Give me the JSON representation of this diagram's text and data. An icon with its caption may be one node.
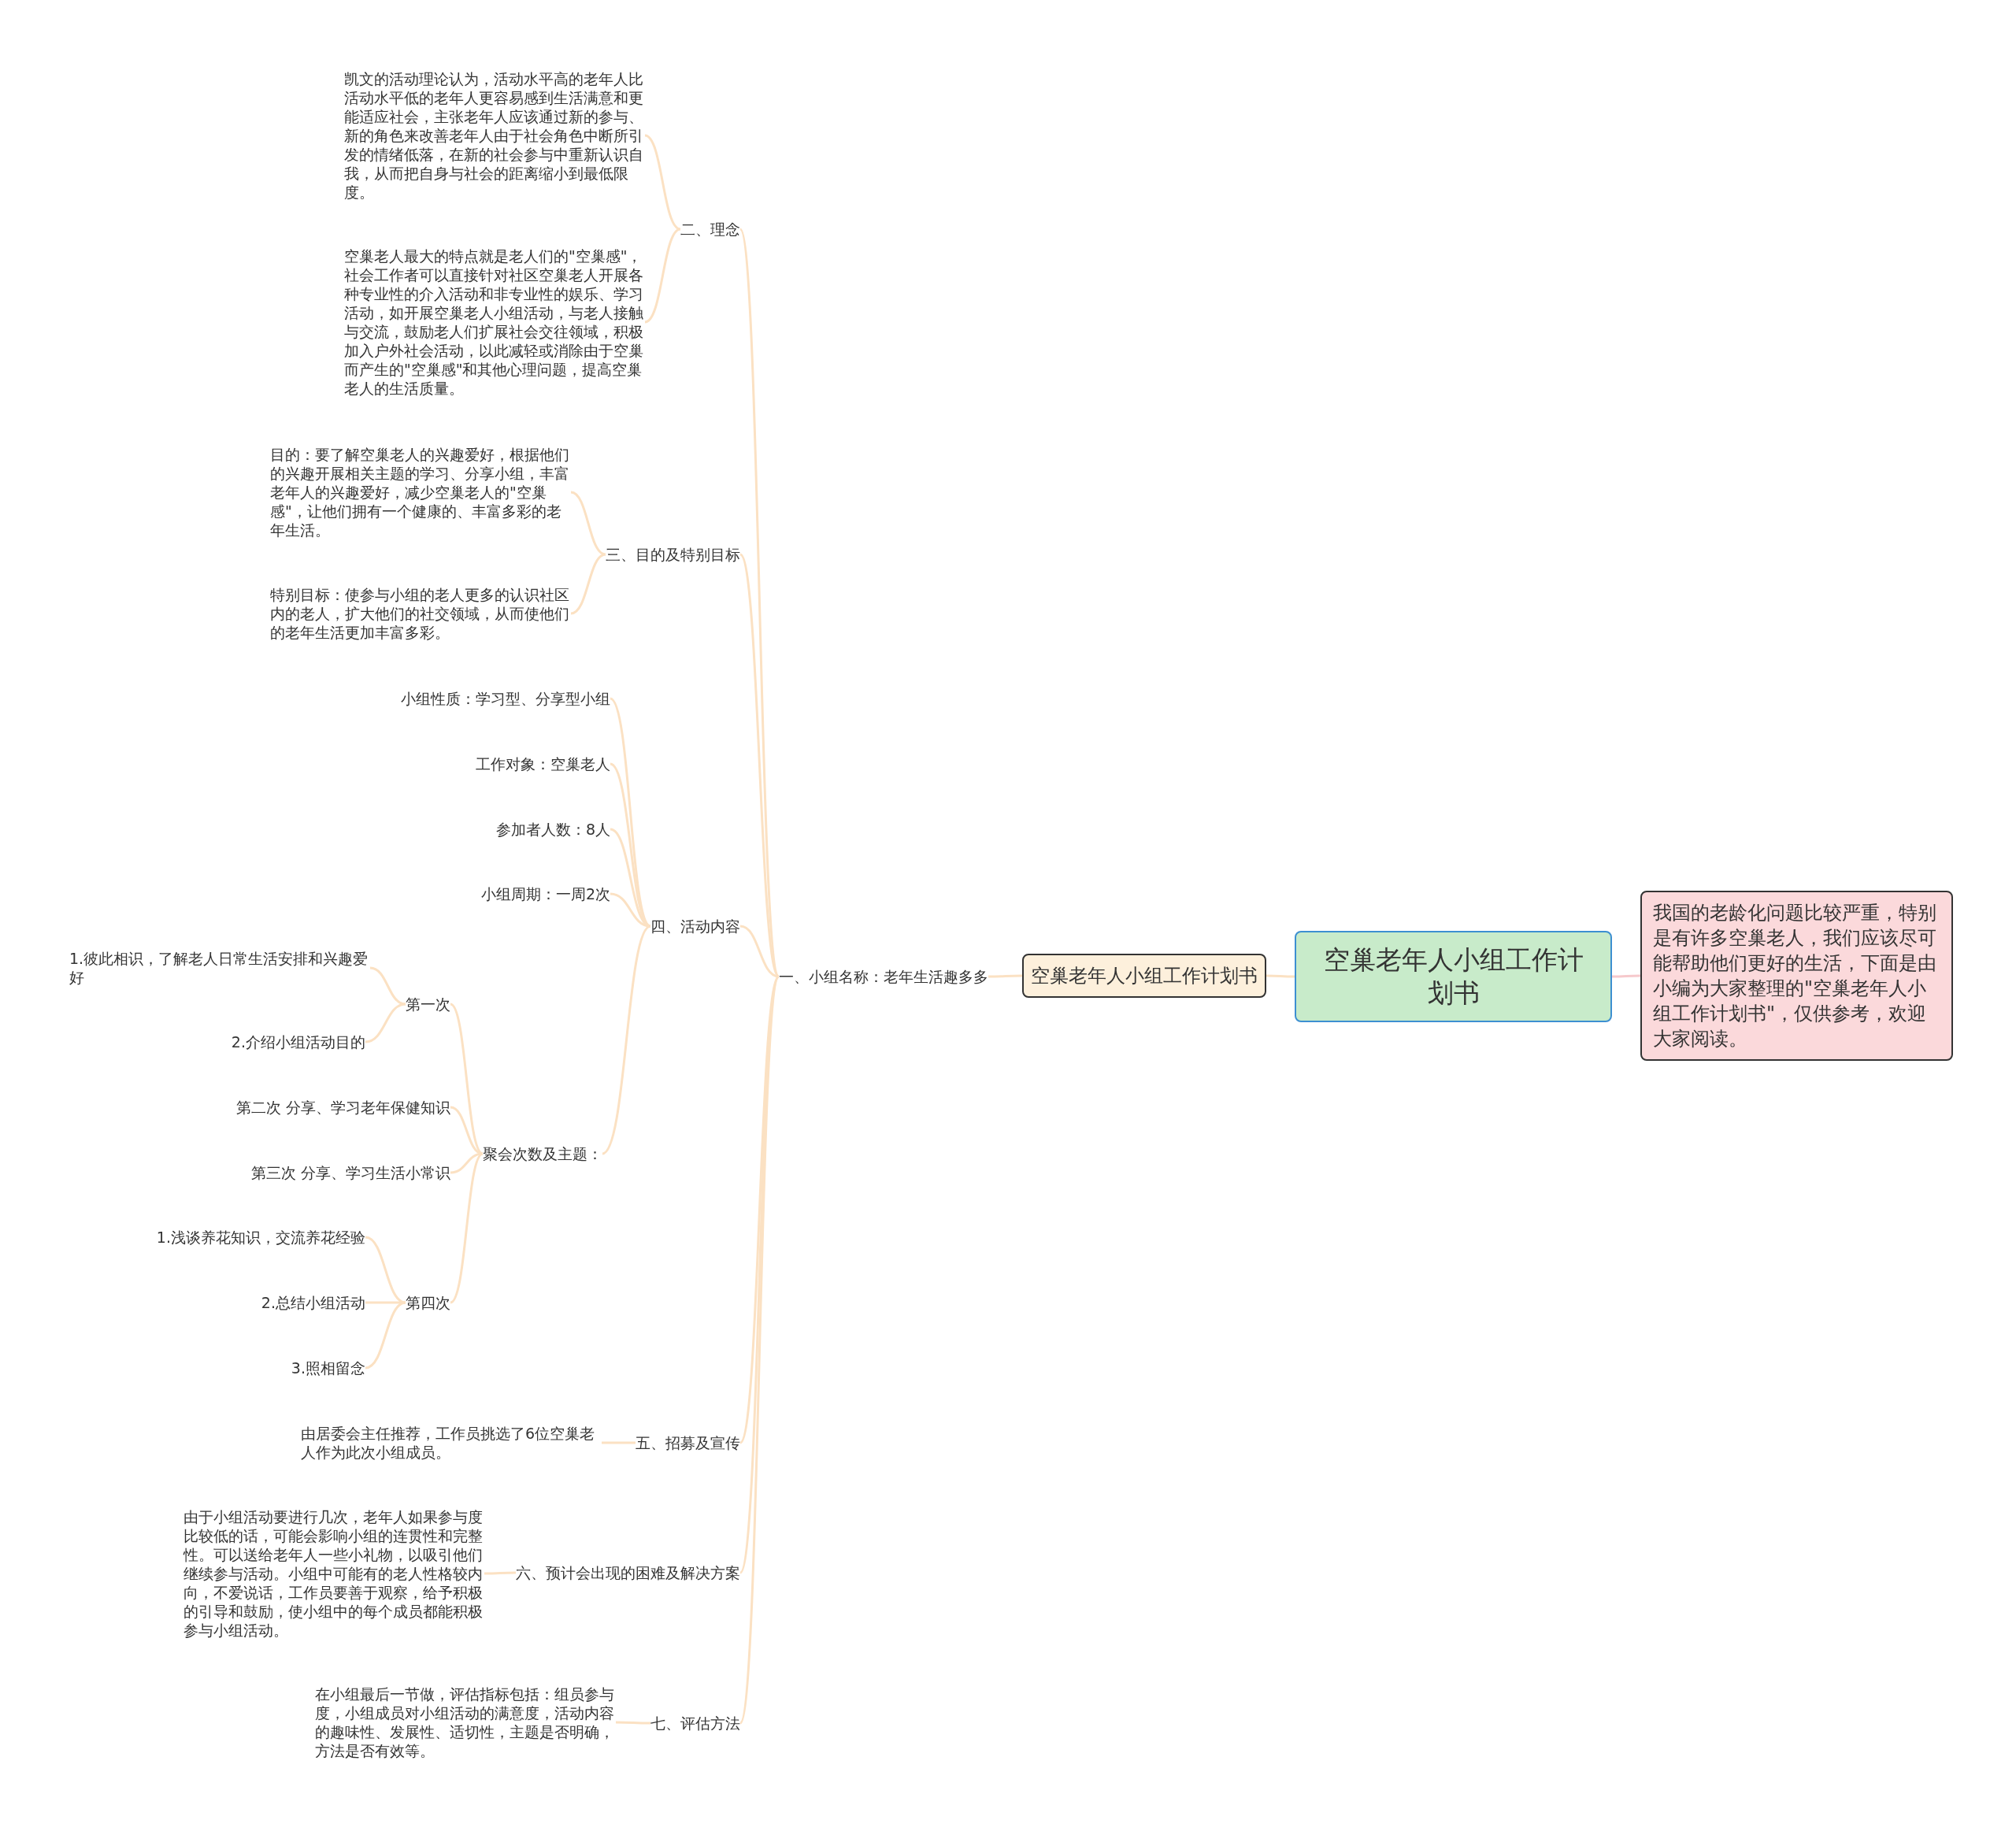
{
  "diagram": {
    "nodes": [
      {
        "text": [
          "空巢老年人小组工作计划书"
        ]
      },
      {
        "text": [
          "我国的老龄化问题比较严重，特别是有许多空巢老人，我们应该尽可能帮助他们更好的生活，下面是由小编为大家整理的\"空巢老年人小组工作计划书\"，仅供参考，欢迎大家阅读。"
        ]
      },
      {
        "text": [
          "空巢老年人小组工作计划书"
        ]
      },
      {
        "text": [
          "一、小组名称：老年生活趣多多"
        ]
      },
      {
        "text": [
          "二、理念"
        ]
      },
      {
        "text": [
          "凯文的活动理论认为，活动水平高的老年人比活动水平低的老年人更容易感到生活满意和更能适应社会，主张老年人应该通过新的参与、新的角色来改善老年人由于社会角色中断所引发的情绪低落，在新的社会参与中重新认识自我，从而把自身与社会的距离缩小到最低限度。"
        ]
      },
      {
        "text": [
          "空巢老人最大的特点就是老人们的\"空巢感\"，社会工作者可以直接针对社区空巢老人开展各种专业性的介入活动和非专业性的娱乐、学习活动，如开展空巢老人小组活动，与老人接触与交流，鼓励老人们扩展社会交往领域，积极加入户外社会活动，以此减轻或消除由于空巢而产生的\"空巢感\"和其他心理问题，提高空巢老人的生活质量。"
        ]
      },
      {
        "text": [
          "三、目的及特别目标"
        ]
      },
      {
        "text": [
          "目的：要了解空巢老人的兴趣爱好，根据他们的兴趣开展相关主题的学习、分享小组，丰富老年人的兴趣爱好，减少空巢老人的\"空巢感\"，让他们拥有一个健康的、丰富多彩的老年生活。"
        ]
      },
      {
        "text": [
          "特别目标：使参与小组的老人更多的认识社区内的老人，扩大他们的社交领域，从而使他们的老年生活更加丰富多彩。"
        ]
      },
      {
        "text": [
          "四、活动内容"
        ]
      },
      {
        "text": [
          "小组性质：学习型、分享型小组"
        ]
      },
      {
        "text": [
          "工作对象：空巢老人"
        ]
      },
      {
        "text": [
          "参加者人数：8人"
        ]
      },
      {
        "text": [
          "小组周期：一周2次"
        ]
      },
      {
        "text": [
          "聚会次数及主题："
        ]
      },
      {
        "text": [
          "第一次"
        ]
      },
      {
        "text": [
          "1.彼此相识，了解老人日常生活安排和兴趣爱好"
        ]
      },
      {
        "text": [
          "2.介绍小组活动目的"
        ]
      },
      {
        "text": [
          "第二次 分享、学习老年保健知识"
        ]
      },
      {
        "text": [
          "第三次 分享、学习生活小常识"
        ]
      },
      {
        "text": [
          "第四次"
        ]
      },
      {
        "text": [
          "1.浅谈养花知识，交流养花经验"
        ]
      },
      {
        "text": [
          "2.总结小组活动"
        ]
      },
      {
        "text": [
          "3.照相留念"
        ]
      },
      {
        "text": [
          "五、招募及宣传"
        ]
      },
      {
        "text": [
          "由居委会主任推荐，工作员挑选了6位空巢老人作为此次小组成员。"
        ]
      },
      {
        "text": [
          "六、预计会出现的困难及解决方案"
        ]
      },
      {
        "text": [
          "由于小组活动要进行几次，老年人如果参与度比较低的话，可能会影响小组的连贯性和完整性。可以送给老年人一些小礼物，以吸引他们继续参与活动。小组中可能有的老人性格较内向，不爱说话，工作员要善于观察，给予积极的引导和鼓励，使小组中的每个成员都能积极参与小组活动。"
        ]
      },
      {
        "text": [
          "七、评估方法"
        ]
      },
      {
        "text": [
          "在小组最后一节做，评估指标包括：组员参与度，小组成员对小组活动的满意度，活动内容的趣味性、发展性、适切性，主题是否明确，方法是否有效等。"
        ]
      }
    ],
    "edges": [
      {
        "from": 0,
        "to": 1,
        "arrow": "none",
        "color": "#f6c9cc"
      },
      {
        "from": 0,
        "to": 2,
        "arrow": "none"
      },
      {
        "from": 2,
        "to": 3,
        "arrow": "none"
      },
      {
        "from": 3,
        "to": 4,
        "arrow": "none"
      },
      {
        "from": 3,
        "to": 7,
        "arrow": "none"
      },
      {
        "from": 3,
        "to": 10,
        "arrow": "none"
      },
      {
        "from": 3,
        "to": 25,
        "arrow": "none"
      },
      {
        "from": 3,
        "to": 27,
        "arrow": "none"
      },
      {
        "from": 3,
        "to": 29,
        "arrow": "none"
      },
      {
        "from": 4,
        "to": 5,
        "arrow": "none"
      },
      {
        "from": 4,
        "to": 6,
        "arrow": "none"
      },
      {
        "from": 7,
        "to": 8,
        "arrow": "none"
      },
      {
        "from": 7,
        "to": 9,
        "arrow": "none"
      },
      {
        "from": 10,
        "to": 11,
        "arrow": "none"
      },
      {
        "from": 10,
        "to": 12,
        "arrow": "none"
      },
      {
        "from": 10,
        "to": 13,
        "arrow": "none"
      },
      {
        "from": 10,
        "to": 14,
        "arrow": "none"
      },
      {
        "from": 10,
        "to": 15,
        "arrow": "none"
      },
      {
        "from": 15,
        "to": 16,
        "arrow": "none"
      },
      {
        "from": 16,
        "to": 17,
        "arrow": "none"
      },
      {
        "from": 16,
        "to": 18,
        "arrow": "none"
      },
      {
        "from": 15,
        "to": 19,
        "arrow": "none"
      },
      {
        "from": 15,
        "to": 20,
        "arrow": "none"
      },
      {
        "from": 15,
        "to": 21,
        "arrow": "none"
      },
      {
        "from": 21,
        "to": 22,
        "arrow": "none"
      },
      {
        "from": 21,
        "to": 23,
        "arrow": "none"
      },
      {
        "from": 21,
        "to": 24,
        "arrow": "none"
      },
      {
        "from": 25,
        "to": 26,
        "arrow": "none"
      },
      {
        "from": 27,
        "to": 28,
        "arrow": "none"
      },
      {
        "from": 29,
        "to": 30,
        "arrow": "none"
      }
    ]
  }
}
